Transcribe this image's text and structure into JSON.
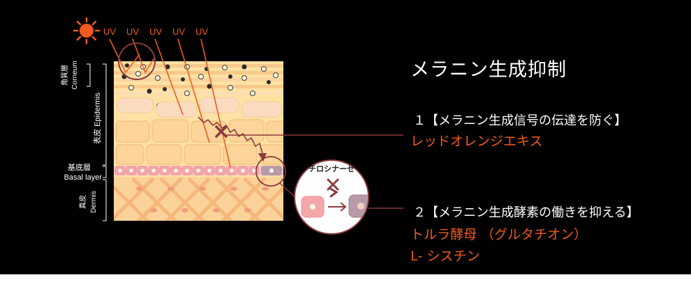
{
  "uv": {
    "label": "UV"
  },
  "layers": {
    "corneum_jp": "角質層",
    "corneum_en": "Corneum",
    "epidermis": "表皮 Epidermis",
    "basal_jp": "基底層",
    "basal_en": "Basal layer",
    "dermis_jp": "真皮",
    "dermis_en": "Dermis"
  },
  "enzyme": {
    "label": "チロシナーゼ"
  },
  "title": "メラニン生成抑制",
  "point1": {
    "heading": "１【メラニン生成信号の伝達を防ぐ】",
    "item": "レッドオレンジエキス"
  },
  "point2": {
    "heading": "２【メラニン生成酵素の働きを抑える】",
    "item1": "トルラ酵母 （グルタチオン）",
    "item2": "L‐ シスチン"
  },
  "colors": {
    "accent": "#f05a1e",
    "connector": "#8a3a3e",
    "skin": "#fde2a4"
  }
}
